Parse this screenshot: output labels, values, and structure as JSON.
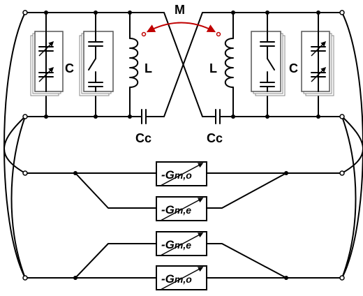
{
  "labels": {
    "mutual": "M",
    "capacitor_left": "C",
    "capacitor_right": "C",
    "inductor_left": "L",
    "inductor_right": "L",
    "coupling_left": "Cc",
    "coupling_right": "Cc"
  },
  "transconductors": [
    {
      "prefix": "-G",
      "sub": "m,o"
    },
    {
      "prefix": "-G",
      "sub": "m,e"
    },
    {
      "prefix": "-G",
      "sub": "m,e"
    },
    {
      "prefix": "-G",
      "sub": "m,o"
    }
  ],
  "colors": {
    "wire": "#000000",
    "mutual_arrow": "#c00000",
    "card_border": "#8a8a8a"
  }
}
